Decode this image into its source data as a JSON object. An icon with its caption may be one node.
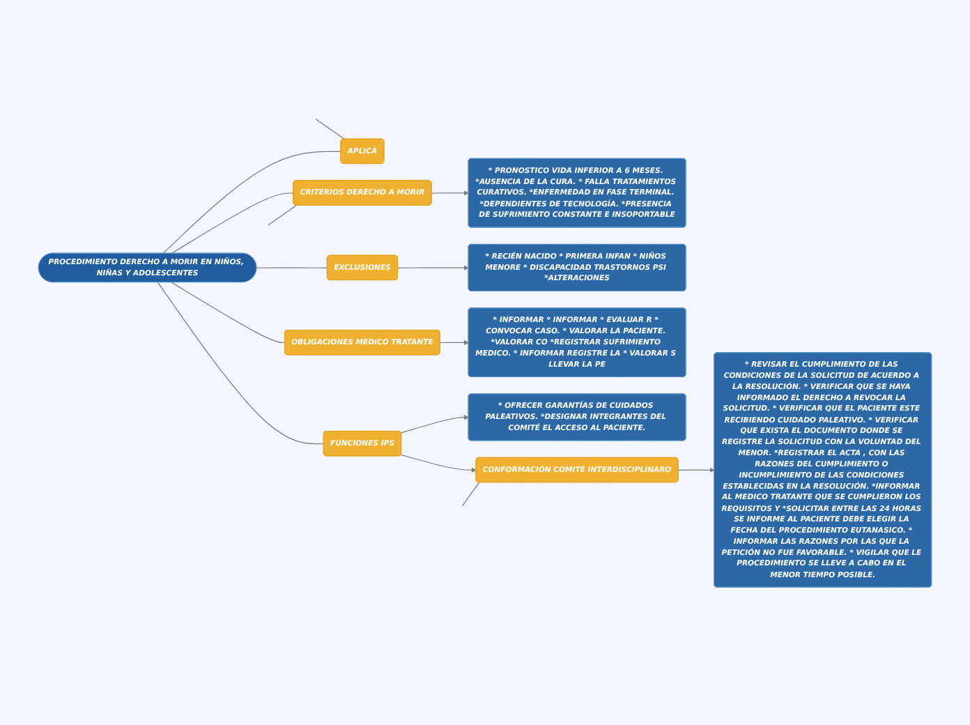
{
  "diagram": {
    "nodes": [
      {
        "text": [
          "PROCEDIMIENTO DERECHO A MORIR EN NIÑOS, NIÑAS Y ADOLESCENTES"
        ]
      },
      {
        "text": [
          "APLICA"
        ]
      },
      {
        "text": [
          "CRITERIOS DERECHO A MORIR"
        ]
      },
      {
        "text": [
          "EXCLUSIONES"
        ]
      },
      {
        "text": [
          "OBLIGACIONES MEDICO TRATANTE"
        ]
      },
      {
        "text": [
          "FUNCIONES IPS"
        ]
      },
      {
        "text": [
          "CONFORMACIÓN COMITÉ INTERDISCIPLINARO"
        ]
      },
      {
        "text": [
          "* RECIÉN NACIDO * PRIMERA INFAN * NIÑOS MENORE * DISCAPACIDAD TRASTORNOS PSI *ALTERACIONES"
        ]
      },
      {
        "text": [
          "* INFORMAR * INFORMAR * EVALUAR R * CONVOCAR CASO. * VALORAR LA PACIENTE. *VALORAR CO *REGISTRAR SUFRIMIENTO MEDICO. * INFORMAR REGISTRE LA * VALORAR S LLEVAR LA PE"
        ]
      },
      {
        "text": [
          "* PRONOSTICO VIDA INFERIOR A 6 MESES. *AUSENCIA DE LA CURA. * FALLA TRATAMIENTOS CURATIVOS. *ENFERMEDAD EN FASE TERMINAL. *DEPENDIENTES DE TECNOLOGÍA. *PRESENCIA DE SUFRIMIENTO CONSTANTE E INSOPORTABLE"
        ]
      },
      {
        "text": [
          "* OFRECER GARANTÍAS DE CUIDADOS PALEATIVOS. *DESIGNAR INTEGRANTES DEL COMITÉ EL ACCESO AL PACIENTE."
        ]
      },
      {
        "text": [
          "* REVISAR EL CUMPLIMIENTO DE LAS CONDICIONES DE LA SOLICITUD DE ACUERDO A LA RESOLUCIÓN. * VERIFICAR QUE SE HAYA INFORMADO EL DERECHO A REVOCAR LA SOLICITUD. * VERIFICAR QUE EL PACIENTE ESTE RECIBIENDO CUIDADO PALEATIVO. * VERIFICAR QUE EXISTA EL DOCUMENTO DONDE SE REGISTRE LA SOLICITUD CON LA VOLUNTAD DEL MENOR. *REGISTRAR EL ACTA , CON LAS RAZONES DEL CUMPLIMIENTO O INCUMPLIMIENTO DE LAS CONDICIONES ESTABLECIDAS EN LA RESOLUCIÓN. *INFORMAR AL MEDICO TRATANTE QUE SE CUMPLIERON LOS REQUISITOS Y *SOLICITAR ENTRE LAS 24 HORAS SE INFORME AL PACIENTE DEBE ELEGIR LA FECHA DEL PROCEDIMIENTO EUTANASICO. * INFORMAR LAS RAZONES POR LAS QUE LA PETICIÓN NO FUE FAVORABLE. * VIGILAR QUE LE PROCEDIMIENTO SE LLEVE A CABO EN EL MENOR TIEMPO POSIBLE."
        ]
      }
    ],
    "edges": [
      {
        "from": 0,
        "to": 1,
        "arrow": "none"
      },
      {
        "from": 1,
        "to": null,
        "arrow": "none"
      },
      {
        "from": 0,
        "to": 2,
        "arrow": "none"
      },
      {
        "from": 2,
        "to": null,
        "arrow": "none"
      },
      {
        "from": 2,
        "to": 9,
        "arrow": "to"
      },
      {
        "from": 0,
        "to": 3,
        "arrow": "none"
      },
      {
        "from": 3,
        "to": 7,
        "arrow": "to"
      },
      {
        "from": 0,
        "to": 4,
        "arrow": "none"
      },
      {
        "from": 4,
        "to": 8,
        "arrow": "to"
      },
      {
        "from": 0,
        "to": 5,
        "arrow": "none"
      },
      {
        "from": 5,
        "to": 10,
        "arrow": "to"
      },
      {
        "from": 5,
        "to": 6,
        "arrow": "to"
      },
      {
        "from": 6,
        "to": 11,
        "arrow": "to"
      },
      {
        "from": 6,
        "to": null,
        "arrow": "none"
      }
    ]
  }
}
